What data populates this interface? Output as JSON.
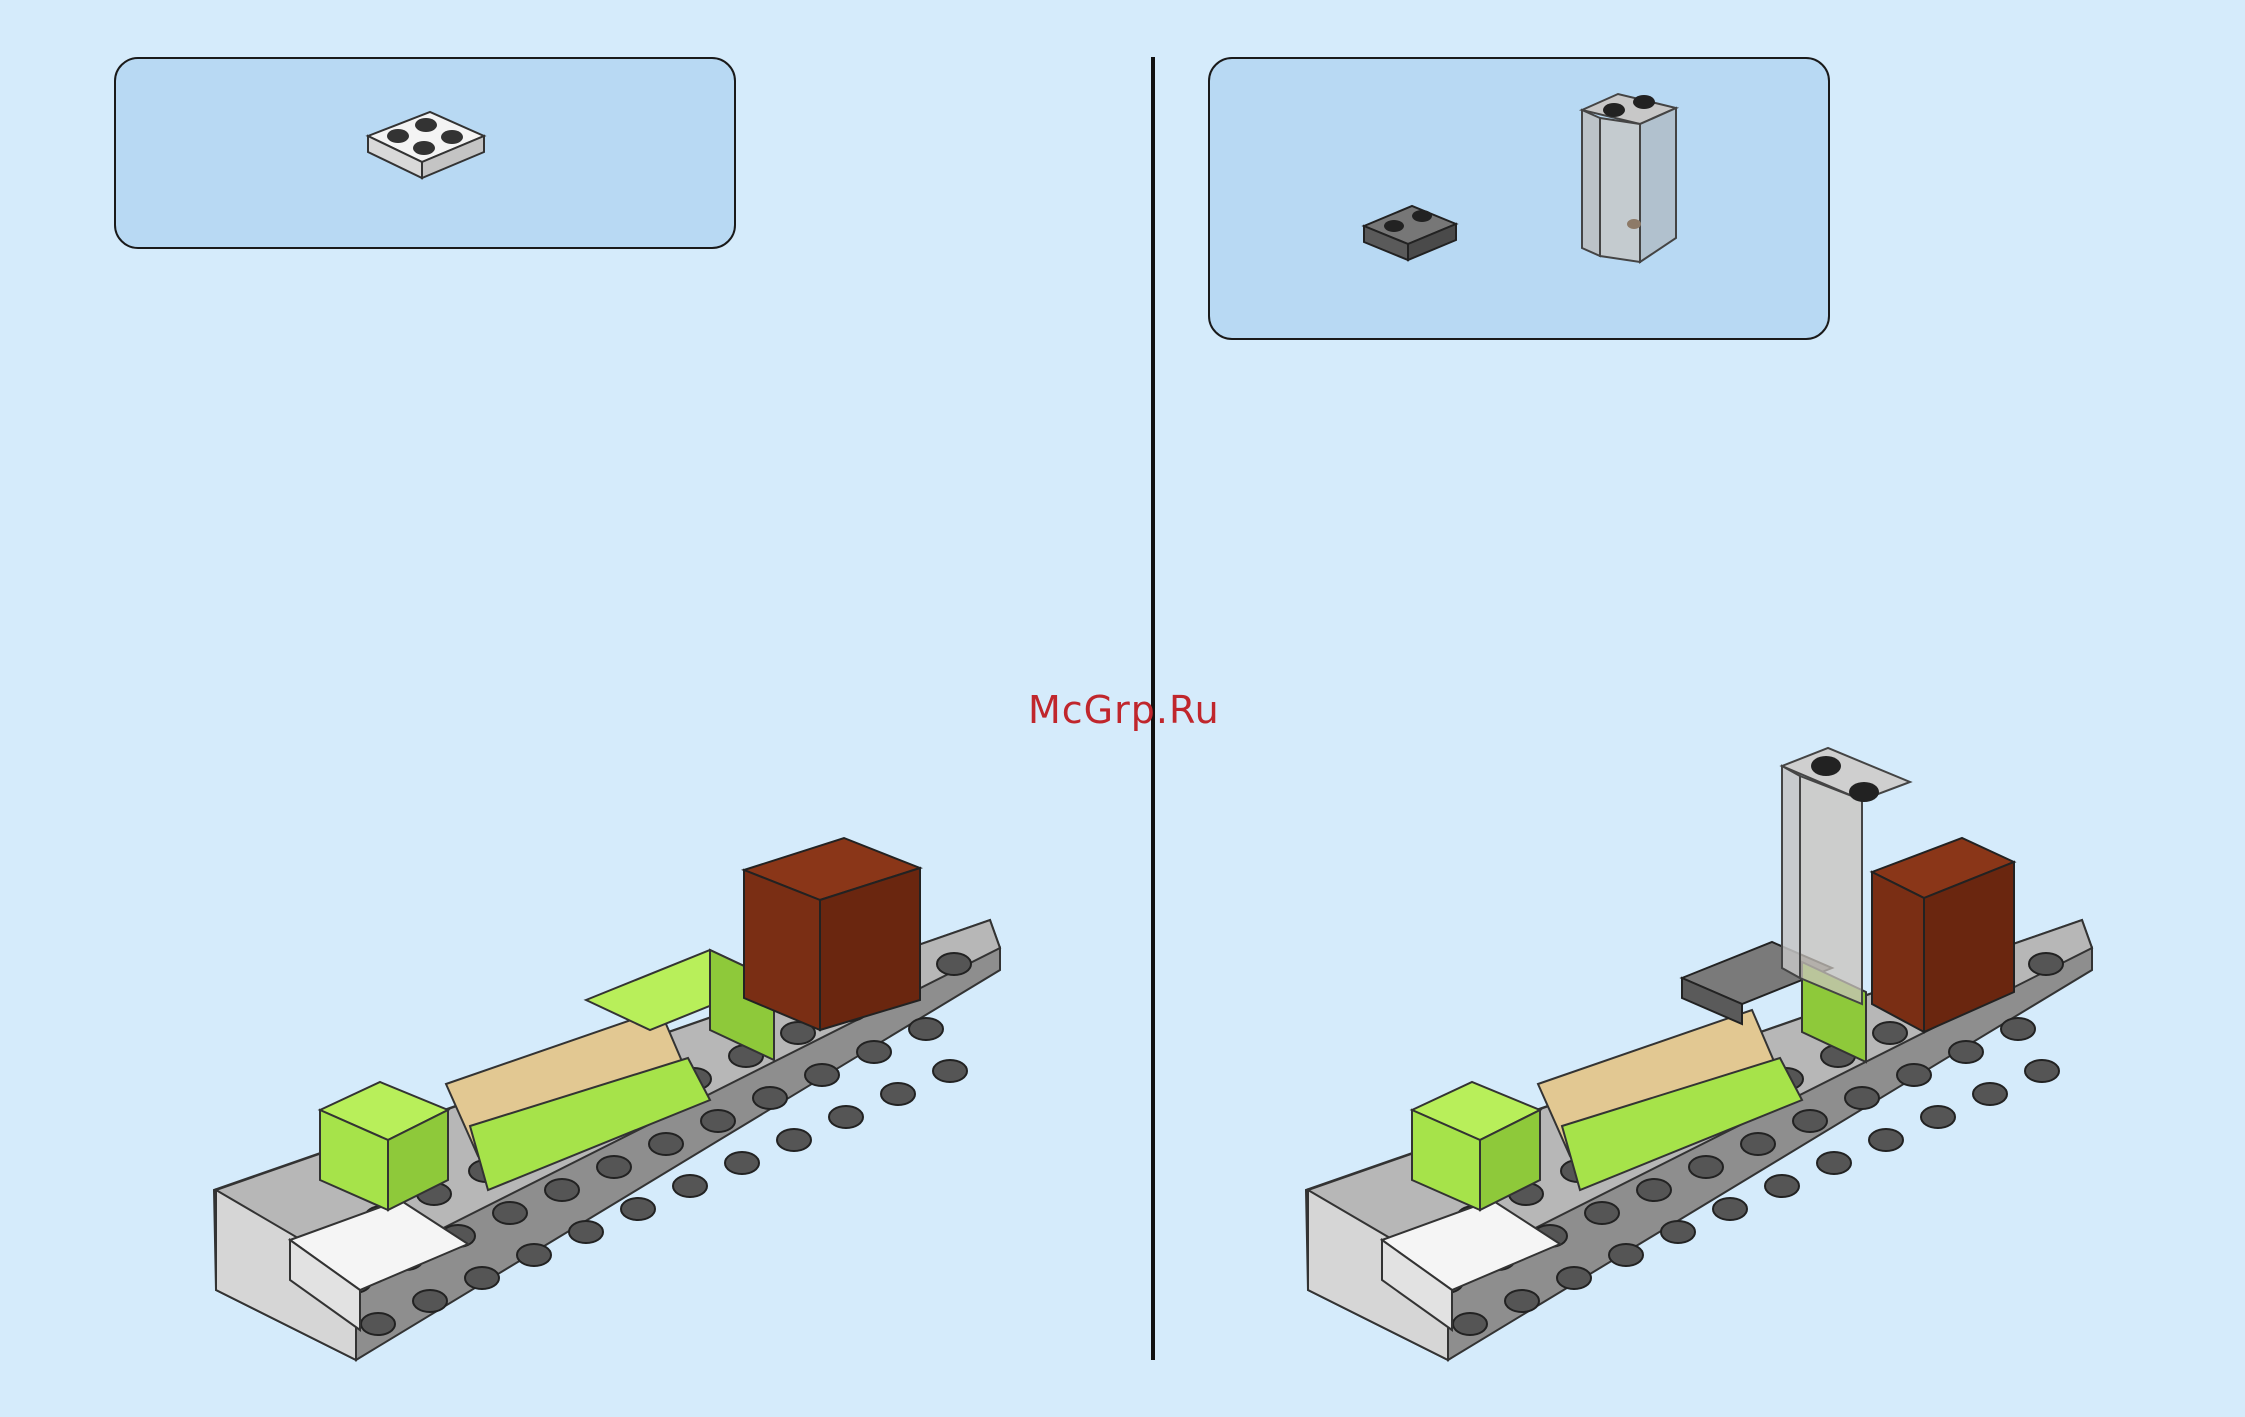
{
  "watermark": {
    "text": "McGrp.Ru"
  },
  "colors": {
    "background": "#d5ebfb",
    "parts_box": "#b8d9f3",
    "lime": "#a6e34a",
    "tan": "#e2c892",
    "reddish_brown": "#7a2e14",
    "light_gray": "#b3b3b3",
    "dark_gray": "#6e6e6e",
    "black": "#2a2a2a",
    "white": "#f6f6f6"
  },
  "steps": [
    {
      "parts": [
        "white-plate-2x2"
      ]
    },
    {
      "parts": [
        "dark-gray-plate-1x2",
        "trans-clear-panel-1x2x3"
      ]
    }
  ]
}
